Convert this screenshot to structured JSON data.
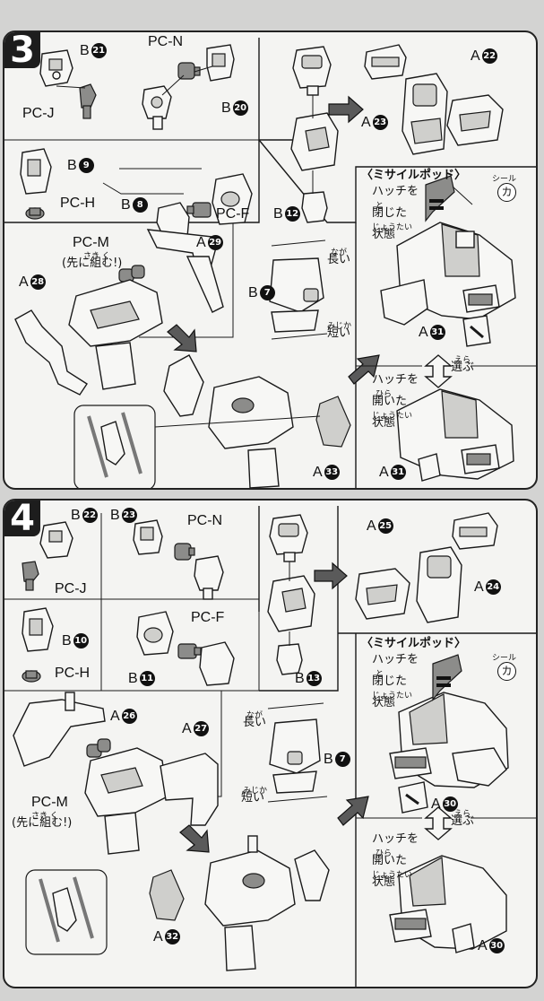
{
  "step3": {
    "number": "3",
    "labels": {
      "b21": "B",
      "b21_num": "21",
      "pcn": "PC-N",
      "pcj": "PC-J",
      "b20": "B",
      "b20_num": "20",
      "b9": "B",
      "b9_num": "9",
      "pch": "PC-H",
      "b8": "B",
      "b8_num": "8",
      "pcf": "PC-F",
      "b12": "B",
      "b12_num": "12",
      "a22": "A",
      "a22_num": "22",
      "a23": "A",
      "a23_num": "23",
      "pcm": "PC-M",
      "pcm_note": "(先に組む!)",
      "pcm_note_ruby": "さき  く",
      "a29": "A",
      "a29_num": "29",
      "a28": "A",
      "a28_num": "28",
      "b7": "B",
      "b7_num": "7",
      "long": "長い",
      "long_ruby": "なが",
      "short": "短い",
      "short_ruby": "みじか",
      "a33": "A",
      "a33_num": "33",
      "pod_title": "〈ミサイルポッド〉",
      "seal": "シール",
      "seal_char": "カ",
      "hatch_closed_1": "ハッチを",
      "hatch_closed_2": "閉じた",
      "hatch_closed_3": "状態",
      "closed_ruby": "と",
      "state_ruby": "じょうたい",
      "a31_top": "A",
      "a31_top_num": "31",
      "choose": "選ぶ",
      "choose_ruby": "えら",
      "hatch_open_1": "ハッチを",
      "hatch_open_2": "開いた",
      "hatch_open_3": "状態",
      "open_ruby": "ひら",
      "a31_bottom": "A",
      "a31_bottom_num": "31"
    }
  },
  "step4": {
    "number": "4",
    "labels": {
      "b22": "B",
      "b22_num": "22",
      "b23": "B",
      "b23_num": "23",
      "pcn": "PC-N",
      "pcj": "PC-J",
      "b10": "B",
      "b10_num": "10",
      "pcf": "PC-F",
      "pch": "PC-H",
      "b11": "B",
      "b11_num": "11",
      "b13": "B",
      "b13_num": "13",
      "a25": "A",
      "a25_num": "25",
      "a24": "A",
      "a24_num": "24",
      "a26": "A",
      "a26_num": "26",
      "a27": "A",
      "a27_num": "27",
      "long": "長い",
      "long_ruby": "なが",
      "short": "短い",
      "short_ruby": "みじか",
      "b7": "B",
      "b7_num": "7",
      "pcm": "PC-M",
      "pcm_note": "(先に組む!)",
      "pcm_note_ruby": "さき  く",
      "a32": "A",
      "a32_num": "32",
      "pod_title": "〈ミサイルポッド〉",
      "seal": "シール",
      "seal_char": "カ",
      "hatch_closed_1": "ハッチを",
      "hatch_closed_2": "閉じた",
      "hatch_closed_3": "状態",
      "closed_ruby": "と",
      "state_ruby": "じょうたい",
      "a30_top": "A",
      "a30_top_num": "30",
      "choose": "選ぶ",
      "choose_ruby": "えら",
      "hatch_open_1": "ハッチを",
      "hatch_open_2": "開いた",
      "hatch_open_3": "状態",
      "open_ruby": "ひら",
      "a30_bottom": "A",
      "a30_bottom_num": "30"
    }
  }
}
